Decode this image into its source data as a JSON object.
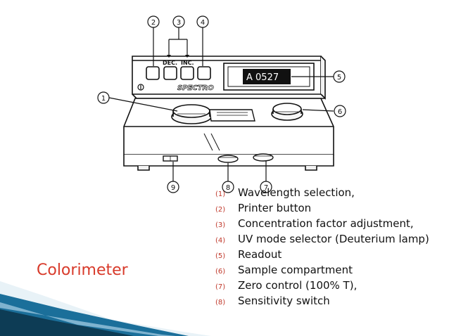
{
  "slide": {
    "title": "Colorimeter",
    "device": {
      "display_text": "A 0527",
      "brand": "SPECTRO",
      "button_labels": {
        "dec": "DEC.",
        "inc": "INC."
      },
      "power_mark": "O"
    },
    "callouts": [
      "1",
      "2",
      "3",
      "4",
      "5",
      "6",
      "7",
      "8",
      "9"
    ],
    "legend": [
      {
        "num": "(1)",
        "text": "Wavelength selection,"
      },
      {
        "num": "(2)",
        "text": "Printer button"
      },
      {
        "num": "(3)",
        "text": "Concentration factor adjustment,"
      },
      {
        "num": "(4)",
        "text": "UV mode selector (Deuterium lamp)"
      },
      {
        "num": "(5)",
        "text": "Readout"
      },
      {
        "num": "(6)",
        "text": "Sample compartment"
      },
      {
        "num": "(7)",
        "text": "Zero control (100% T),"
      },
      {
        "num": "(8)",
        "text": "Sensitivity switch"
      }
    ],
    "colors": {
      "title": "#d83a2a",
      "legend_number": "#c0392b",
      "accent_blue": "#1b6f9a",
      "accent_dark": "#0d3c55"
    }
  }
}
